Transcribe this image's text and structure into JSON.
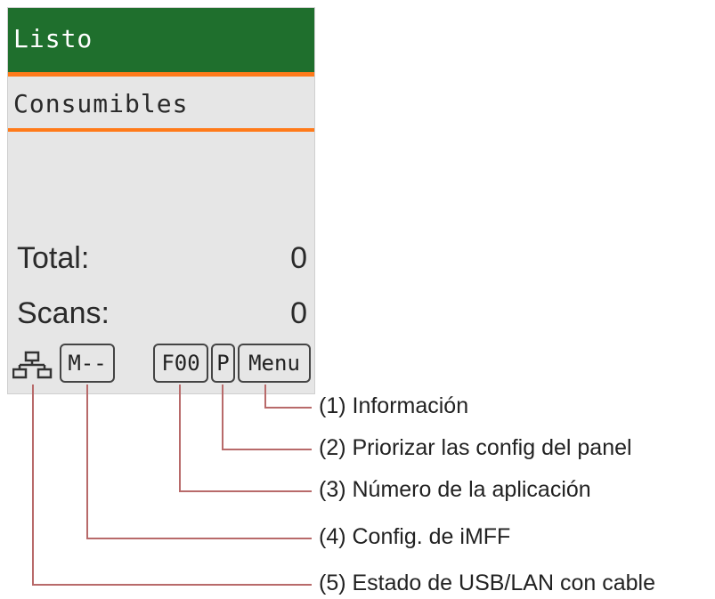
{
  "screen": {
    "status": "Listo",
    "menu_title": "Consumibles",
    "counters": [
      {
        "label": "Total:",
        "value": "0"
      },
      {
        "label": "Scans:",
        "value": "0"
      }
    ],
    "footer": {
      "network_icon": "network-icon",
      "imff_setting": "M--",
      "app_number": "F00",
      "priority_flag": "P",
      "menu_label": "Menu"
    }
  },
  "callouts": [
    {
      "text": "(1) Información"
    },
    {
      "text": "(2) Priorizar las config del panel"
    },
    {
      "text": "(3) Número de la aplicación"
    },
    {
      "text": "(4) Config. de iMFF"
    },
    {
      "text": "(5) Estado de USB/LAN con cable"
    }
  ],
  "colors": {
    "status_bg": "#1f6f2d",
    "accent_line": "#ff7a1a",
    "leader_line": "#b86a6a",
    "lcd_bg": "#e6e6e6"
  }
}
